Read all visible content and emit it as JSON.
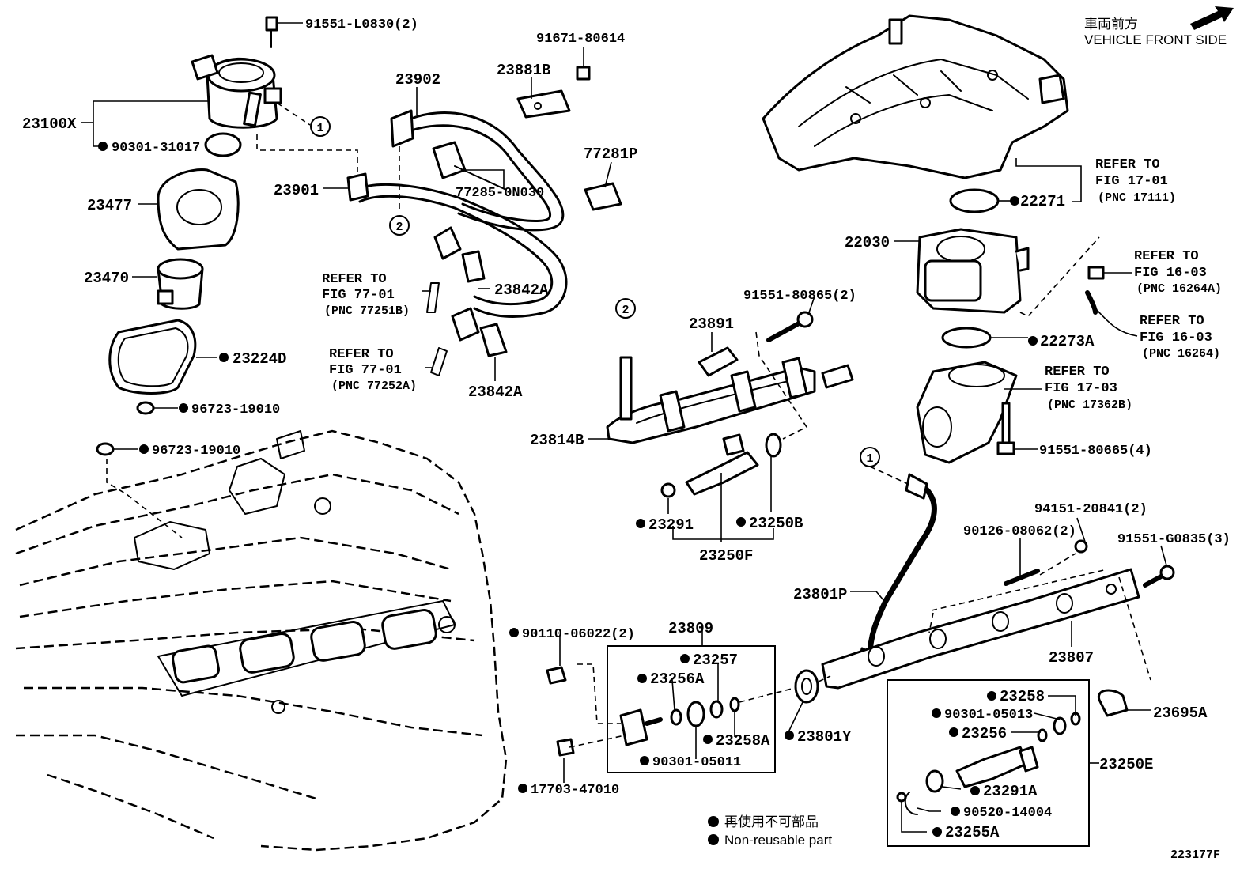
{
  "direction": {
    "jp": "車両前方",
    "en": "VEHICLE FRONT SIDE"
  },
  "legend": {
    "jp": "再使用不可部品",
    "en": "Non-reusable part"
  },
  "figure_code": "223177F",
  "labels": {
    "p91551L0830": "91551-L0830(2)",
    "p23100X": "23100X",
    "p90301_31017": "90301-31017",
    "p23477": "23477",
    "p23470": "23470",
    "p23224D": "23224D",
    "p96723_a": "96723-19010",
    "p96723_b": "96723-19010",
    "p91671": "91671-80614",
    "p23902": "23902",
    "p23881B": "23881B",
    "p77281P": "77281P",
    "p23901": "23901",
    "p77285": "77285-0N030",
    "p23842A_a": "23842A",
    "p23842A_b": "23842A",
    "p22271": "22271",
    "p22030": "22030",
    "p22273A": "22273A",
    "p91551_80665": "91551-80665(4)",
    "p91551_80865": "91551-80865(2)",
    "p23891": "23891",
    "p23814B": "23814B",
    "p23291": "23291",
    "p23250B": "23250B",
    "p23250F": "23250F",
    "p94151": "94151-20841(2)",
    "p90126": "90126-08062(2)",
    "p91551_G0835": "91551-G0835(3)",
    "p23801P": "23801P",
    "p23807": "23807",
    "p23695A": "23695A",
    "p90110": "90110-06022(2)",
    "p23809": "23809",
    "p23257": "23257",
    "p23256A": "23256A",
    "p23258A": "23258A",
    "p90301_05011": "90301-05011",
    "p23801Y": "23801Y",
    "p17703": "17703-47010",
    "p23258": "23258",
    "p90301_05013": "90301-05013",
    "p23256": "23256",
    "p23250E": "23250E",
    "p23291A": "23291A",
    "p90520": "90520-14004",
    "p23255A": "23255A"
  },
  "refs": {
    "r77251B": {
      "l1": "REFER TO",
      "l2": "FIG 77-01",
      "l3": "(PNC 77251B)"
    },
    "r77252A": {
      "l1": "REFER TO",
      "l2": "FIG 77-01",
      "l3": "(PNC 77252A)"
    },
    "r17111": {
      "l1": "REFER TO",
      "l2": "FIG 17-01",
      "l3": "(PNC 17111)"
    },
    "r16264A": {
      "l1": "REFER TO",
      "l2": "FIG 16-03",
      "l3": "(PNC 16264A)"
    },
    "r16264": {
      "l1": "REFER TO",
      "l2": "FIG 16-03",
      "l3": "(PNC 16264)"
    },
    "r17362B": {
      "l1": "REFER TO",
      "l2": "FIG 17-03",
      "l3": "(PNC 17362B)"
    }
  },
  "circle_refs": {
    "c1": "1",
    "c2": "2"
  },
  "colors": {
    "ink": "#000000",
    "paper": "#ffffff"
  }
}
